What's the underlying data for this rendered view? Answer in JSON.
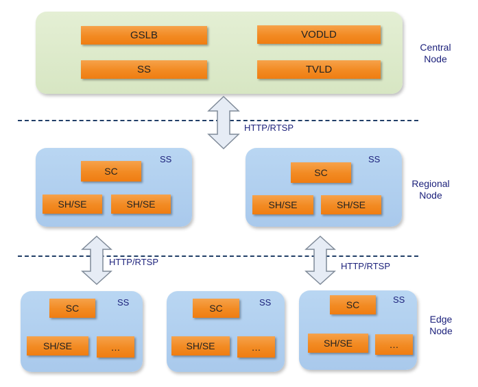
{
  "central": {
    "boxes": [
      "GSLB",
      "VODLD",
      "SS",
      "TVLD"
    ],
    "label": "Central Node"
  },
  "links": {
    "top": "HTTP/RTSP",
    "left": "HTTP/RTSP",
    "right": "HTTP/RTSP"
  },
  "regional": {
    "label": "Regional Node",
    "left": {
      "ss": "SS",
      "sc": "SC",
      "sh1": "SH/SE",
      "sh2": "SH/SE"
    },
    "right": {
      "ss": "SS",
      "sc": "SC",
      "sh1": "SH/SE",
      "sh2": "SH/SE"
    }
  },
  "edge": {
    "label": "Edge Node",
    "nodes": [
      {
        "ss": "SS",
        "sc": "SC",
        "sh": "SH/SE",
        "more": "…"
      },
      {
        "ss": "SS",
        "sc": "SC",
        "sh": "SH/SE",
        "more": "…"
      },
      {
        "ss": "SS",
        "sc": "SC",
        "sh": "SH/SE",
        "more": "…"
      }
    ]
  },
  "colors": {
    "central_bg": "#dbe9c8",
    "node_bg": "#b3d1f0",
    "box": "#f28a22",
    "text_label": "#1a1f7a",
    "divider": "#1f3d66"
  }
}
